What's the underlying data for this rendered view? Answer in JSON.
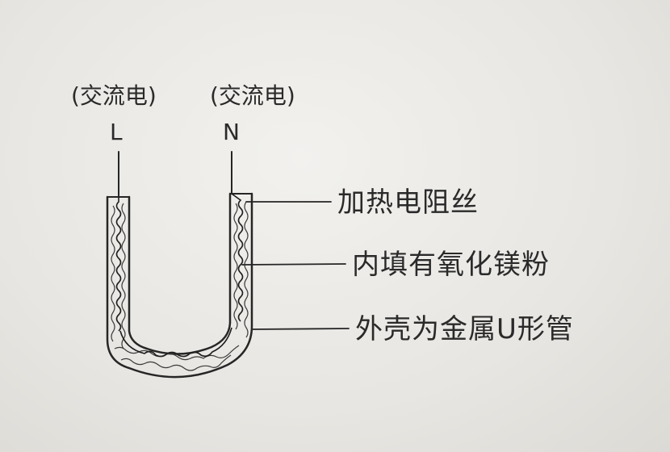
{
  "terminals": [
    {
      "note": "(交流电)",
      "letter": "L"
    },
    {
      "note": "(交流电)",
      "letter": "N"
    }
  ],
  "callouts": [
    {
      "text": "加热电阻丝"
    },
    {
      "text": "内填有氧化镁粉"
    },
    {
      "text": "外壳为金属U形管"
    }
  ]
}
